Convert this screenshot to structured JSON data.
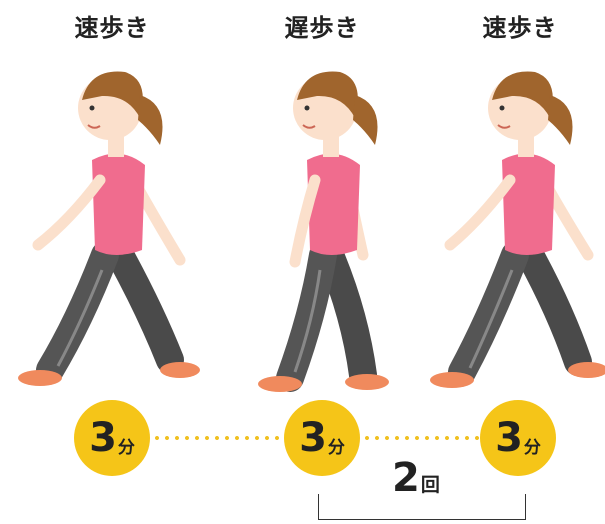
{
  "labels": [
    "速歩き",
    "遅歩き",
    "速歩き"
  ],
  "timers": [
    {
      "value": "3",
      "unit": "分"
    },
    {
      "value": "3",
      "unit": "分"
    },
    {
      "value": "3",
      "unit": "分"
    }
  ],
  "repeat": {
    "value": "2",
    "unit": "回"
  },
  "colors": {
    "circle": "#f5c518",
    "dots": "#f0c020",
    "shirt": "#f06c8e",
    "pants": "#4a4a4a",
    "hair": "#a0652d",
    "skin": "#fbe0cc",
    "shoe": "#f08a5d"
  }
}
